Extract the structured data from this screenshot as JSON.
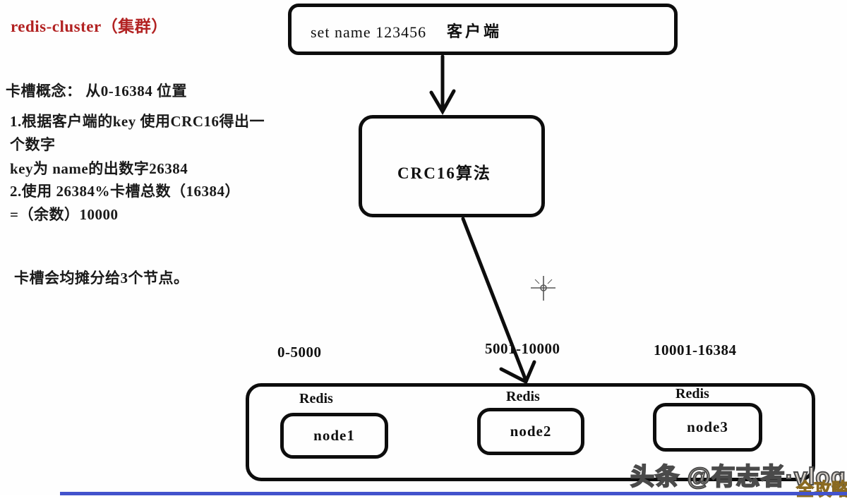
{
  "title": {
    "en": "redis-cluster",
    "zh": "（集群）"
  },
  "notes": [
    "卡槽概念：  从0-16384 位置",
    "1.根据客户端的key 使用CRC16得出一",
    "个数字",
    "key为  name的出数字26384",
    "2.使用 26384%卡槽总数（16384）",
    "=（余数）10000",
    "卡槽会均摊分给3个节点。"
  ],
  "flow": {
    "client": {
      "command": "set name 123456",
      "label": "客户端"
    },
    "algorithm": "CRC16算法",
    "slot_ranges": [
      "0-5000",
      "5001-10000",
      "10001-16384"
    ],
    "cluster": {
      "nodes": [
        {
          "type": "Redis",
          "name": "node1"
        },
        {
          "type": "Redis",
          "name": "node2"
        },
        {
          "type": "Redis",
          "name": "node3"
        }
      ]
    }
  },
  "watermark": {
    "credit": "头条 @有志者·vlog",
    "badge": "全攻略"
  },
  "colors": {
    "title_red": "#b22222",
    "ink": "#0d0d0d",
    "watermark_gray": "#d8d2ca",
    "badge_gold": "#c49a45",
    "progress_blue": "#4353cc"
  }
}
